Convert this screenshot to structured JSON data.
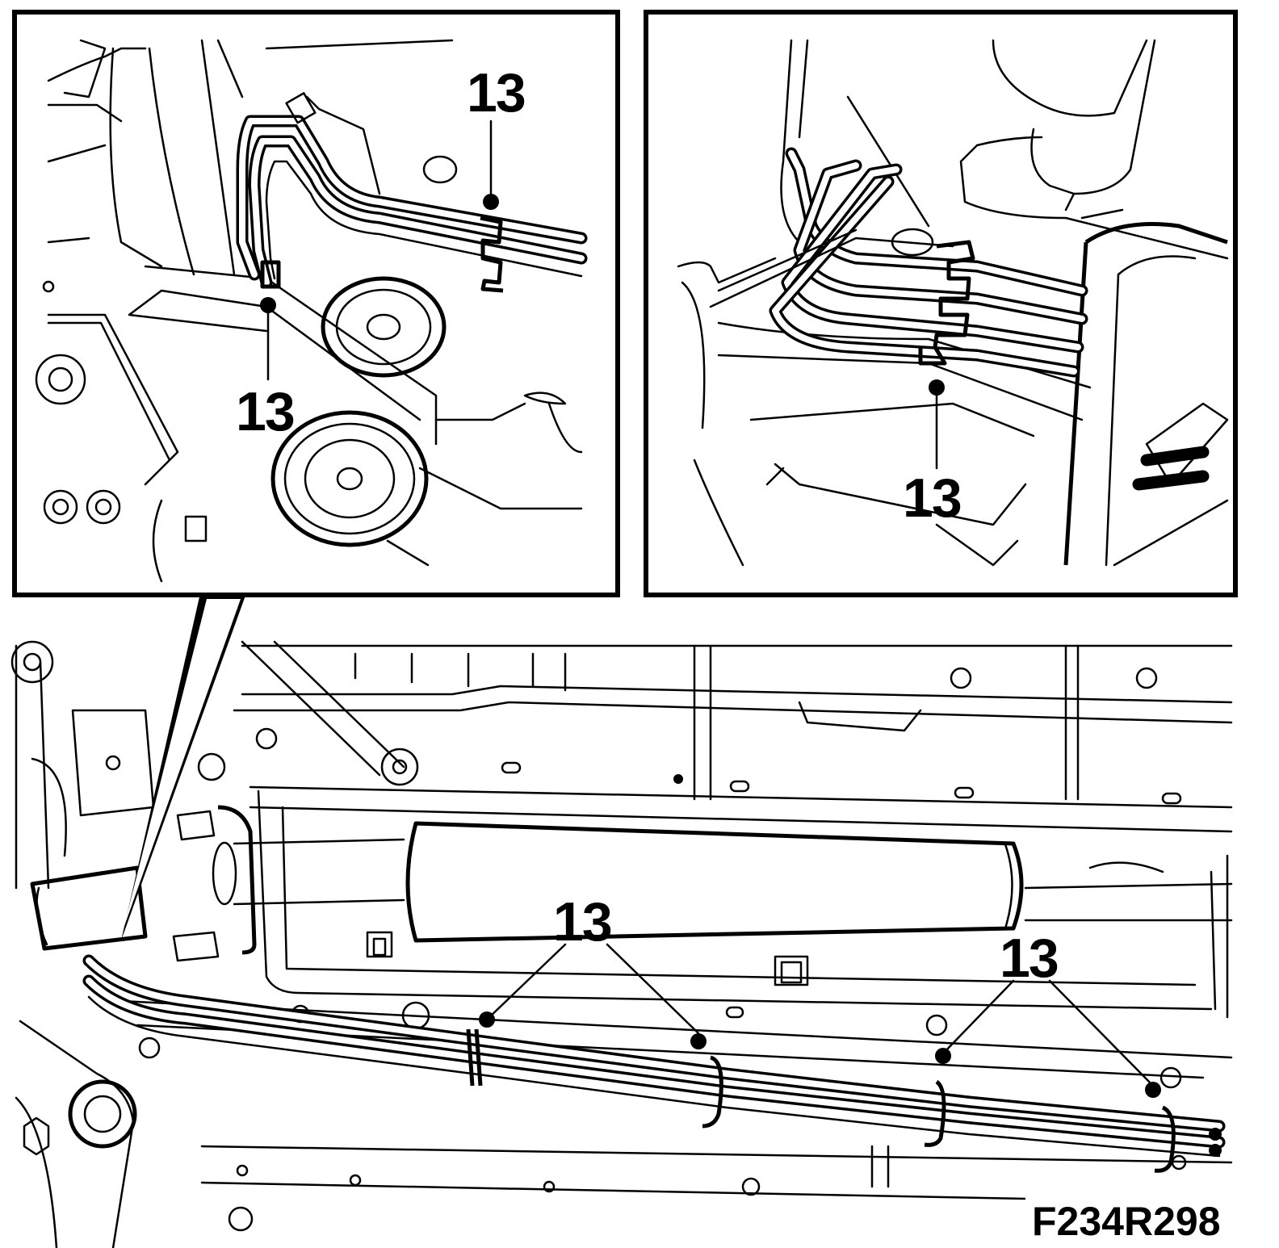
{
  "figure_id": "F234R298",
  "callouts": {
    "inset_left_upper": "13",
    "inset_left_lower": "13",
    "inset_right": "13",
    "main_left": "13",
    "main_right": "13"
  },
  "colors": {
    "line": "#000000",
    "background": "#ffffff"
  }
}
